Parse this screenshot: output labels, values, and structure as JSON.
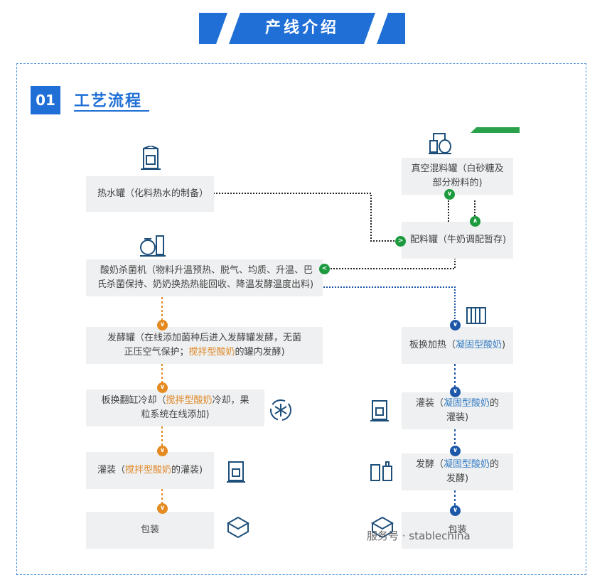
{
  "banner": {
    "title": "产线介绍"
  },
  "section": {
    "number": "01",
    "title": "工艺流程"
  },
  "colors": {
    "primary_blue": "#1f6fd6",
    "green": "#1c9a3e",
    "orange": "#e58a20",
    "dark_blue": "#1d57a8"
  },
  "boxes": {
    "hot_water": "热水罐（化料热水的制备）",
    "vacuum_mix_1": "真空混料罐（白砂糖及",
    "vacuum_mix_2": "部分粉料的)",
    "batching": "配料罐（牛奶调配暂存)",
    "sterilizer_1": "酸奶杀菌机（物料升温预热、脱气、均质、升温、巴",
    "sterilizer_2": "氏杀菌保持、奶奶换热热能回收、降温发酵温度出料)",
    "ferment_1": "发酵罐（在线添加菌种后进入发酵罐发酵，无菌",
    "ferment_2a": "正压空气保护；",
    "ferment_2b": "搅拌型酸奶",
    "ferment_2c": "的罐内发酵)",
    "plate_cool_1a": "板换翻缸冷却（",
    "plate_cool_1b": "搅拌型酸奶",
    "plate_cool_1c": "冷却，果",
    "plate_cool_2": "粒系统在线添加)",
    "fill_left_a": "灌装（",
    "fill_left_b": "搅拌型酸奶",
    "fill_left_c": "的灌装)",
    "pack_left": "包装",
    "plate_heat_a": "板换加热（",
    "plate_heat_b": "凝固型酸奶",
    "plate_heat_c": ")",
    "fill_right_a": "灌装（",
    "fill_right_b": "凝固型酸奶",
    "fill_right_c": "的",
    "fill_right_2": "灌装)",
    "ferm_right_a": "发酵（",
    "ferm_right_b": "凝固型酸奶",
    "ferm_right_c": "的",
    "ferm_right_2": "发酵)",
    "pack_right": "包装"
  },
  "watermark": "服务号 · stablechina"
}
